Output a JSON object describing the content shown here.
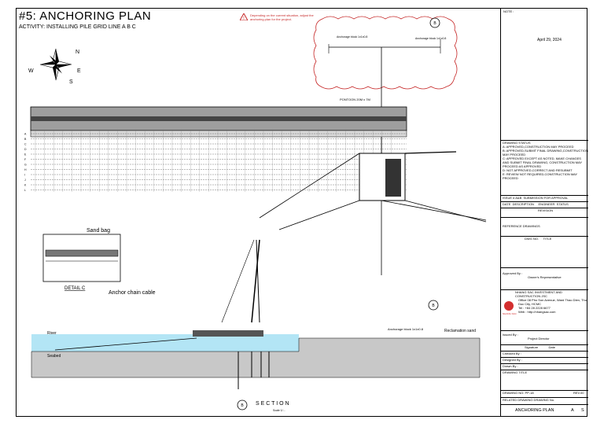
{
  "header": {
    "title": "#5:   ANCHORING PLAN",
    "activity": "ACTIVITY: INSTALLING PILE GRID LINE A B C",
    "warning_note": "Depending on the current situation, adjust the anchoring plan for the project."
  },
  "compass": {
    "n": "N",
    "s": "S",
    "e": "E",
    "w": "W"
  },
  "plan": {
    "anchor_block_label_1": "Anchorage block 1x1x0.8",
    "anchor_block_label_2": "Anchorage block 1x1x0.8",
    "pontoon_label": "PONTOON 20M x 7M",
    "grid_left": [
      "A",
      "B",
      "C",
      "D",
      "E",
      "F",
      "G",
      "H",
      "I",
      "J",
      "K",
      "L"
    ],
    "marker_top": "B",
    "marker_bottom": "B"
  },
  "detail": {
    "sand_bag": "Sand bag",
    "anchor_chain_cable": "Anchor chain cable",
    "detail_label": "DETAIL C"
  },
  "section": {
    "river": "River",
    "seabed": "Seabed",
    "anchor_block": "Anchorage block 1x1x0.8",
    "reclamation_sand": "Reclamation sand",
    "section_title": "S E C T I O N",
    "section_marker": "B",
    "scale": "Scale 1/..."
  },
  "sidebar": {
    "note_label": "NOTE :",
    "date": "April 29, 2024",
    "status_title": "DRAWING STATUS",
    "status_items": [
      "A: APPROVED,CONSTRUCTION MAY PROCEED",
      "B: APPROVED,SUBMIT FINAL DRAWING,CONSTRUCTION MAY PROCEED",
      "C: APPROVED EXCEPT AS NOTED, MAKE CHANGES AND SUBMIT FINAL DRAWING, CONSTRUCTION MAY PROCEED AS APPROVED",
      "D: NOT APPROVED,CORRECT AND RESUBMIT",
      "E: REVIEW NOT REQUIRED,CONSTRUCTION MAY PROCEED"
    ],
    "issue_rows": [
      "ISSUE # A&B",
      "SUBMISSION FOR APPROVAL"
    ],
    "rev_header": [
      "DATE",
      "DESCRIPTION",
      "ENGINEER",
      "STATUS"
    ],
    "revision": "REVISION",
    "reference": "REFERENCE DRAWINGS",
    "dwg_no": "DWG NO.",
    "title_col": "TITLE",
    "approved_by": "Approved By :",
    "approver_role": "Owner's Representative",
    "company_name": "NHANG SAC INVESTMENT AND CONSTRUCTION JSC",
    "company_address": "Office 08 Pho Son Avenue, Ward Thao Dien, Thu Duc City, HCMC",
    "company_tel": "Tel : +84 28 2228 6677",
    "company_web": "Web : http://nhangsac.com",
    "logo_text": "NHANG SAC",
    "issued_by": "Issued By :",
    "issuer_role": "Project Director",
    "signatures_header": [
      "Signature",
      "Date"
    ],
    "checked_by": "Checked By :",
    "designed_by": "Designed By :",
    "drawn_by": "Drawn By :",
    "drawing_title_label": "DRAWING TITLE",
    "drawing_no": "DRAWING NO: PP-18",
    "rev": "REV.00",
    "related": "RELATED DRAWING DRAWING No.",
    "drawing_title": "ANCHORING PLAN",
    "size": "A",
    "status": "S"
  }
}
